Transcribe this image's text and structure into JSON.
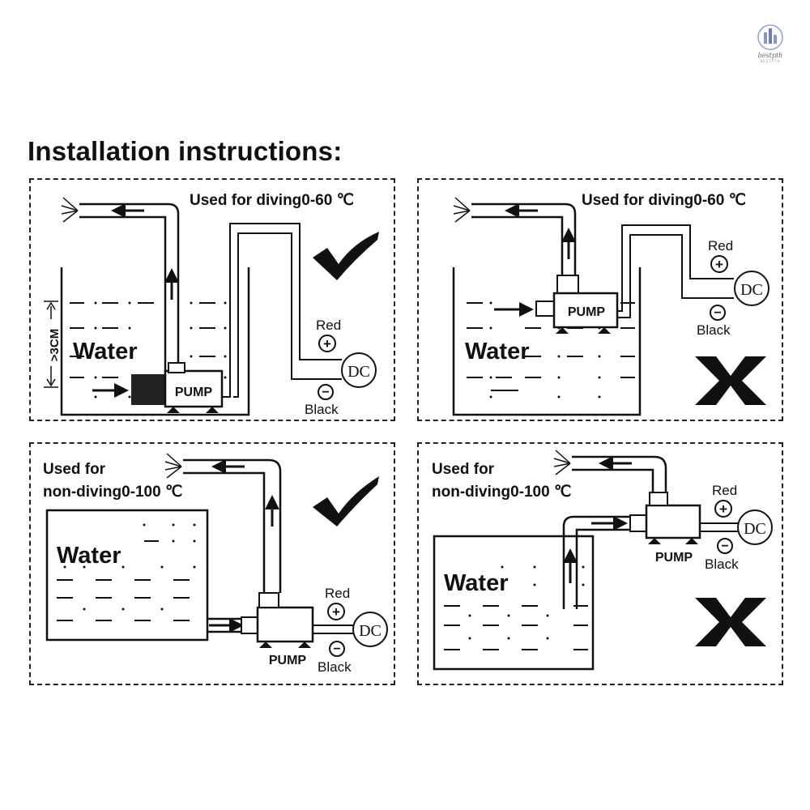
{
  "title": "Installation instructions:",
  "logo": {
    "text": "bestpth",
    "subtext": "BESTPTH"
  },
  "panels": [
    {
      "caption": "Used for diving0-60 ℃",
      "verdict": "correct",
      "water": "Water",
      "pump": "PUMP",
      "dc": "DC",
      "red": "Red",
      "black": "Black",
      "depth": ">3CM"
    },
    {
      "caption": "Used for diving0-60 ℃",
      "verdict": "wrong",
      "water": "Water",
      "pump": "PUMP",
      "dc": "DC",
      "red": "Red",
      "black": "Black"
    },
    {
      "caption_line1": "Used for",
      "caption_line2": "non-diving0-100 ℃",
      "verdict": "correct",
      "water": "Water",
      "pump": "PUMP",
      "dc": "DC",
      "red": "Red",
      "black": "Black"
    },
    {
      "caption_line1": "Used for",
      "caption_line2": "non-diving0-100 ℃",
      "verdict": "wrong",
      "water": "Water",
      "pump": "PUMP",
      "dc": "DC",
      "red": "Red",
      "black": "Black"
    }
  ],
  "symbols": {
    "plus": "+",
    "minus": "−"
  }
}
